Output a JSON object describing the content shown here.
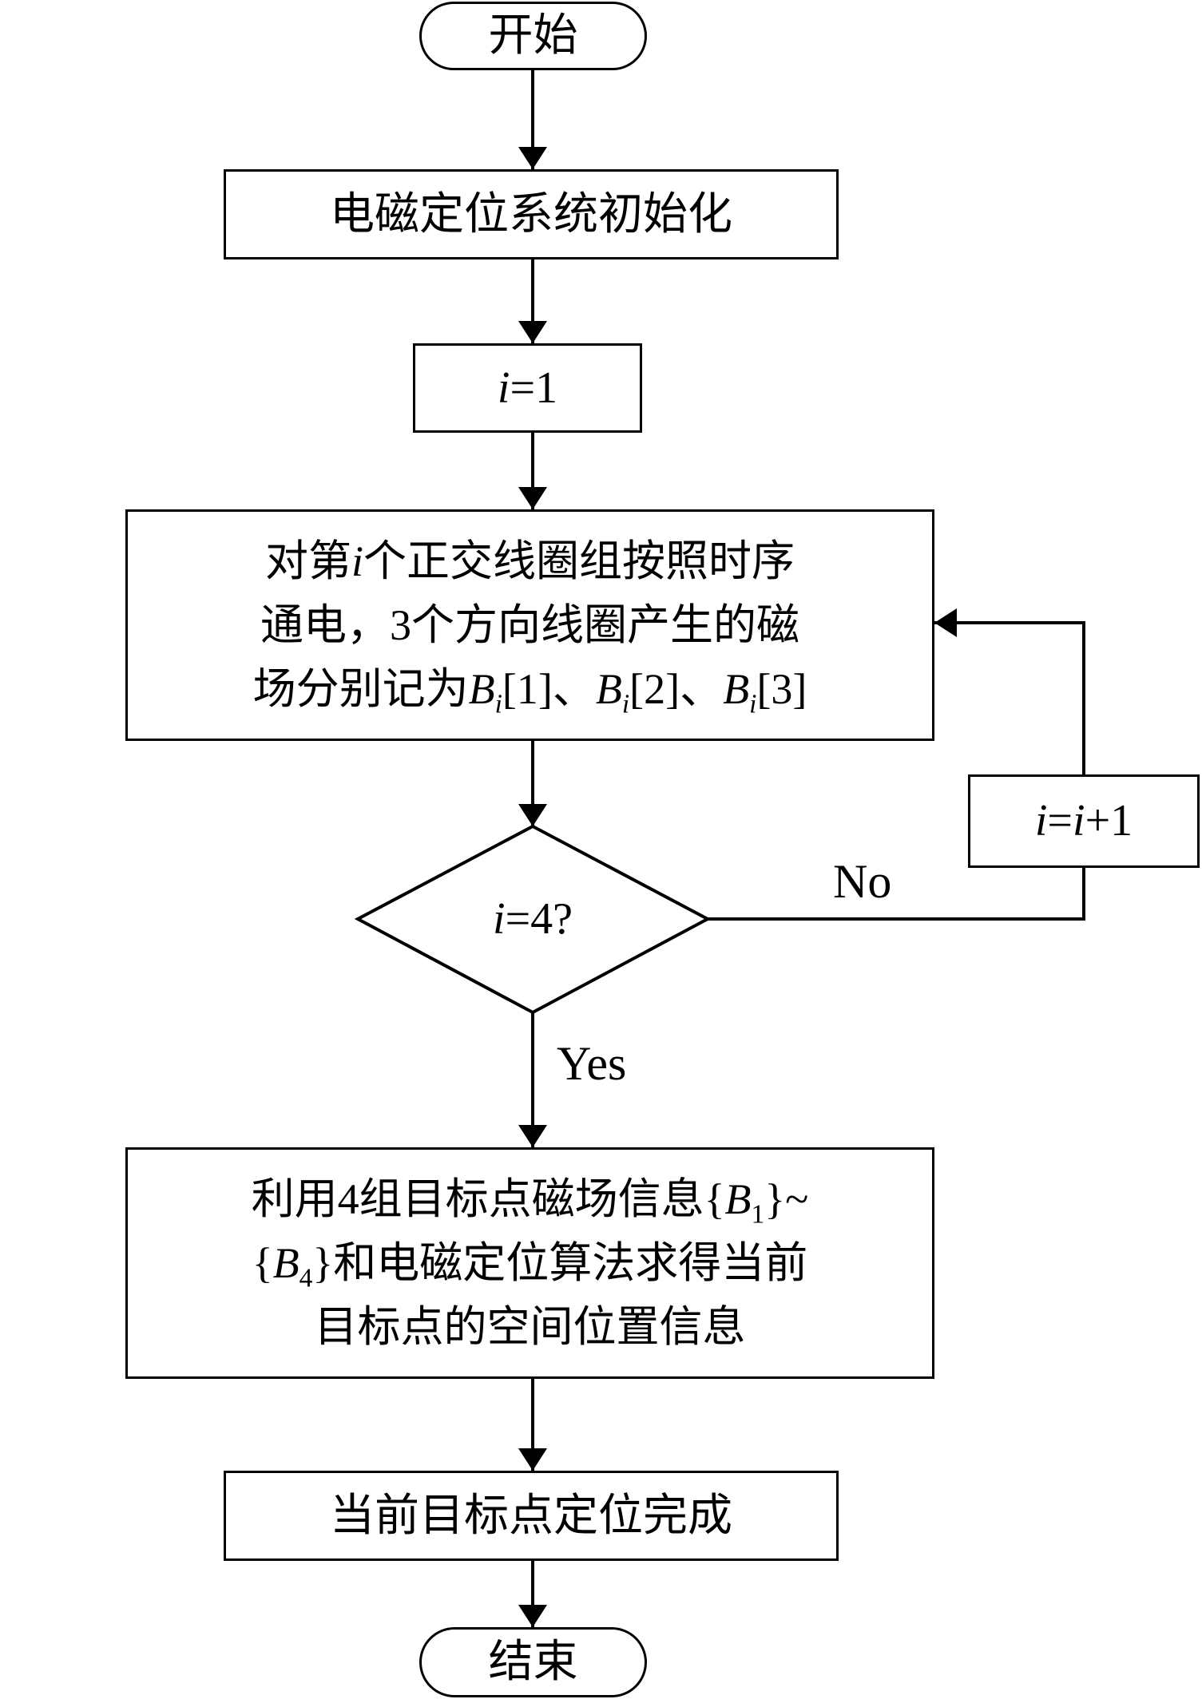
{
  "nodes": {
    "start": "开始",
    "init": "电磁定位系统初始化",
    "set_i": {
      "var": "i",
      "rest": "=1"
    },
    "energize": {
      "l1_a": "对第",
      "l1_var": "i",
      "l1_b": "个正交线圈组按照时序",
      "l2_a": "通电，",
      "l2_num": "3",
      "l2_b": "个方向线圈产生的磁",
      "l3_a": "场分别记为",
      "b1": "B",
      "b1_sub": "i",
      "b1_idx": "[1]",
      "sep1": "、",
      "b2": "B",
      "b2_sub": "i",
      "b2_idx": "[2]",
      "sep2": "、",
      "b3": "B",
      "b3_sub": "i",
      "b3_idx": "[3]"
    },
    "decision": {
      "var": "i",
      "rest": "=4?"
    },
    "increment": {
      "var_a": "i",
      "eq": "=",
      "var_b": "i",
      "rest": "+1"
    },
    "compute": {
      "l1_a": "利用",
      "l1_num": "4",
      "l1_b": "组目标点磁场信息",
      "l1_brace_open": "{",
      "l1_b_var": "B",
      "l1_b_sub": "1",
      "l1_brace_close": "}~",
      "l2_brace_open": "{",
      "l2_b_var": "B",
      "l2_b_sub": "4",
      "l2_brace_close": "}",
      "l2_text": "和电磁定位算法求得当前",
      "l3": "目标点的空间位置信息"
    },
    "done": "当前目标点定位完成",
    "end": "结束"
  },
  "edge_labels": {
    "no": "No",
    "yes": "Yes"
  },
  "colors": {
    "stroke": "#000000",
    "background": "#ffffff"
  }
}
